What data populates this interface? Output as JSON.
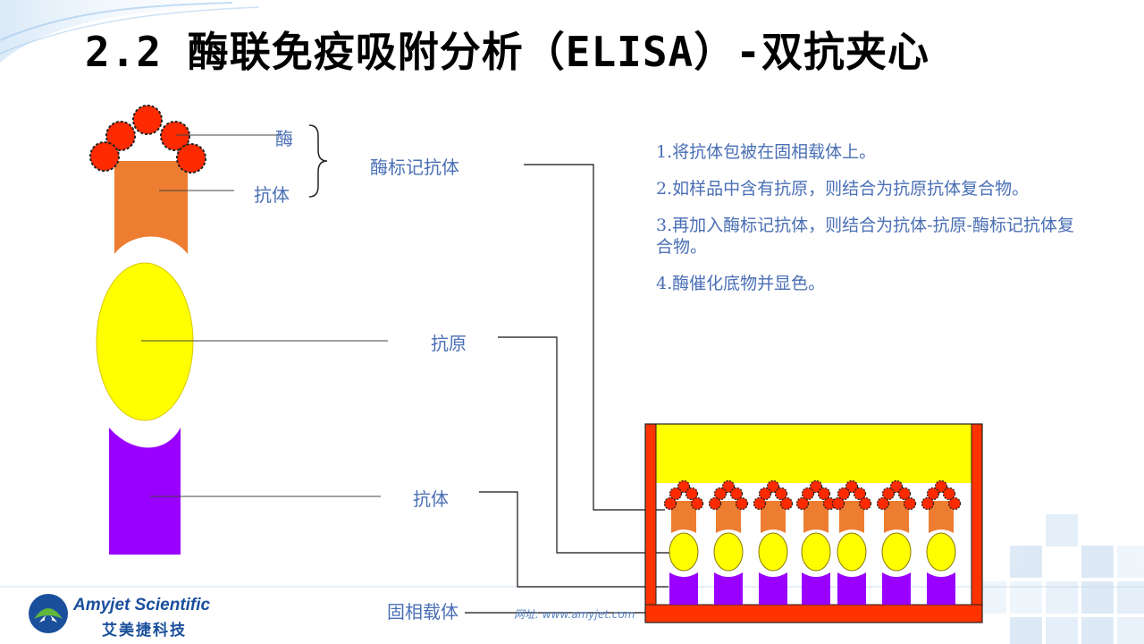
{
  "title": "2.2 酶联免疫吸附分析（ELISA）-双抗夹心",
  "labels": {
    "enzyme": "酶",
    "antibody_top": "抗体",
    "enzyme_labeled_antibody": "酶标记抗体",
    "antigen": "抗原",
    "antibody_bottom": "抗体",
    "solid_phase": "固相载体"
  },
  "steps": [
    "1.将抗体包被在固相载体上。",
    "2.如样品中含有抗原，则结合为抗原抗体复合物。",
    "3.再加入酶标记抗体，则结合为抗体-抗原-酶标记抗体复合物。",
    "4.酶催化底物并显色。"
  ],
  "footer": {
    "url": "网址: www.amyjet.com",
    "logo_en": "Amyjet Scientific",
    "logo_cn": "艾美捷科技"
  },
  "colors": {
    "enzyme": "#ff2a00",
    "enzyme_outline": "#222222",
    "antibody_top": "#ed7d31",
    "antigen": "#ffff00",
    "antibody_bottom": "#9900ff",
    "well_wall": "#ff3300",
    "solution": "#ffff00",
    "label_text": "#4a6fb5"
  }
}
